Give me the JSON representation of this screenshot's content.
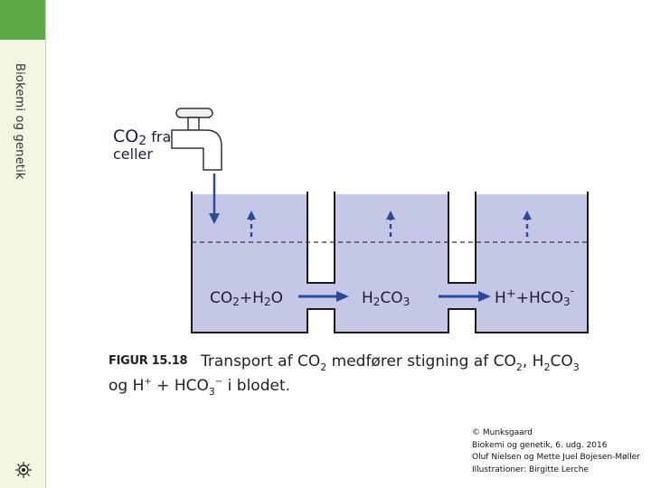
{
  "sidebar": {
    "title": "Biokemi og genetik",
    "logo_icon": "sun-emblem-icon"
  },
  "diagram": {
    "source_label_1": "CO",
    "source_label_1_sub": "2",
    "source_label_1_rest": " fra",
    "source_label_2": "celler",
    "tap_icon": "water-tap-icon",
    "compartments": [
      {
        "formula": "CO",
        "sub1": "2",
        "plus": "+H",
        "sub2": "2",
        "tail": "O"
      },
      {
        "formula": "H",
        "sub1": "2",
        "rest": "CO",
        "sub2": "3"
      },
      {
        "formula": "H",
        "sup1": "+",
        "rest": "+HCO",
        "sub2": "3",
        "sup2": "-"
      }
    ],
    "colors": {
      "liquid": "#c5c7e6",
      "arrow": "#2b4a9a",
      "wall": "#1a1a1a"
    }
  },
  "figure": {
    "label": "FIGUR 15.18",
    "caption_line1_a": "Transport af CO",
    "caption_line1_sub1": "2",
    "caption_line1_b": " medfører stigning af CO",
    "caption_line1_sub2": "2",
    "caption_line1_c": ", H",
    "caption_line1_sub3": "2",
    "caption_line1_d": "CO",
    "caption_line1_sub4": "3",
    "caption_line2_a": "og H",
    "caption_line2_sup1": "+",
    "caption_line2_b": " + HCO",
    "caption_line2_sub1": "3",
    "caption_line2_sup2": "−",
    "caption_line2_c": " i blodet."
  },
  "credits": {
    "line1": "© Munksgaard",
    "line2": "Biokemi og genetik, 6. udg. 2016",
    "line3": "Oluf Nielsen og Mette Juel Bojesen-Møller",
    "line4": "Illustrationer: Birgitte Lerche"
  }
}
